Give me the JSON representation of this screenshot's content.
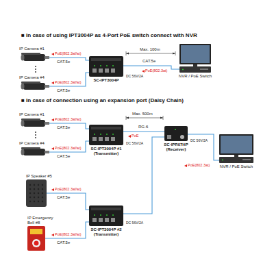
{
  "diagram": {
    "nodes": [
      {
        "text": [
          "IP Camera #1"
        ]
      },
      {
        "text": [
          "IP Camera #4"
        ]
      },
      {
        "text": [
          "SC-IPT3004P"
        ]
      },
      {
        "text": [
          "NVR / PoE Switch"
        ]
      },
      {
        "text": [
          "IP Camera #1"
        ]
      },
      {
        "text": [
          "IP Camera #4"
        ]
      },
      {
        "text": [
          "SC-IPT3004P #1 (Transmitter)"
        ]
      },
      {
        "text": [
          "IP Speaker #5"
        ]
      },
      {
        "text": [
          "IP Emergency Bell #8"
        ]
      },
      {
        "text": [
          "SC-IPT3004P #2 (Transmitter)"
        ]
      },
      {
        "text": [
          "SC-IPR07HP (Receiver)"
        ]
      },
      {
        "text": [
          "NVR / PoE Switch"
        ]
      }
    ],
    "edges": [
      {
        "from": 0,
        "to": 2,
        "arrow": "none",
        "label": "CAT.5e"
      },
      {
        "from": 1,
        "to": 2,
        "arrow": "none",
        "label": "CAT.5e"
      },
      {
        "from": 2,
        "to": 3,
        "arrow": "none",
        "label": "CAT.5e"
      },
      {
        "from": 4,
        "to": 6,
        "arrow": "none",
        "label": "CAT.5e"
      },
      {
        "from": 5,
        "to": 6,
        "arrow": "none",
        "label": "CAT.5e"
      },
      {
        "from": 7,
        "to": 9,
        "arrow": "none",
        "label": "CAT.5e"
      },
      {
        "from": 8,
        "to": 9,
        "arrow": "none",
        "label": "CAT.5e"
      },
      {
        "from": 6,
        "to": 10,
        "arrow": "none",
        "label": "RG-6"
      },
      {
        "from": 9,
        "to": 10,
        "arrow": "none"
      },
      {
        "from": 10,
        "to": 11,
        "arrow": "none"
      }
    ],
    "labels": [
      "■ In case of using IPT3004P as 4-Port PoE switch connect with NVR",
      "PoE(802.3af/at)",
      "PoE(802.3af/at)",
      "Max. 100m",
      "PoE(802.3at)",
      "DC 56V/2A",
      "■ In case of connection using an expansion port (Daisy Chain)",
      "PoE(802.3af/at)",
      "PoE(802.3af/at)",
      "PoE(802.3af/at)",
      "PoE(802.3af/at)",
      "DC 56V/2A",
      "Max. 500m",
      "PoE",
      "DC 56V/2A",
      "PoE(802.3at)",
      "DC 56V/2A"
    ]
  }
}
